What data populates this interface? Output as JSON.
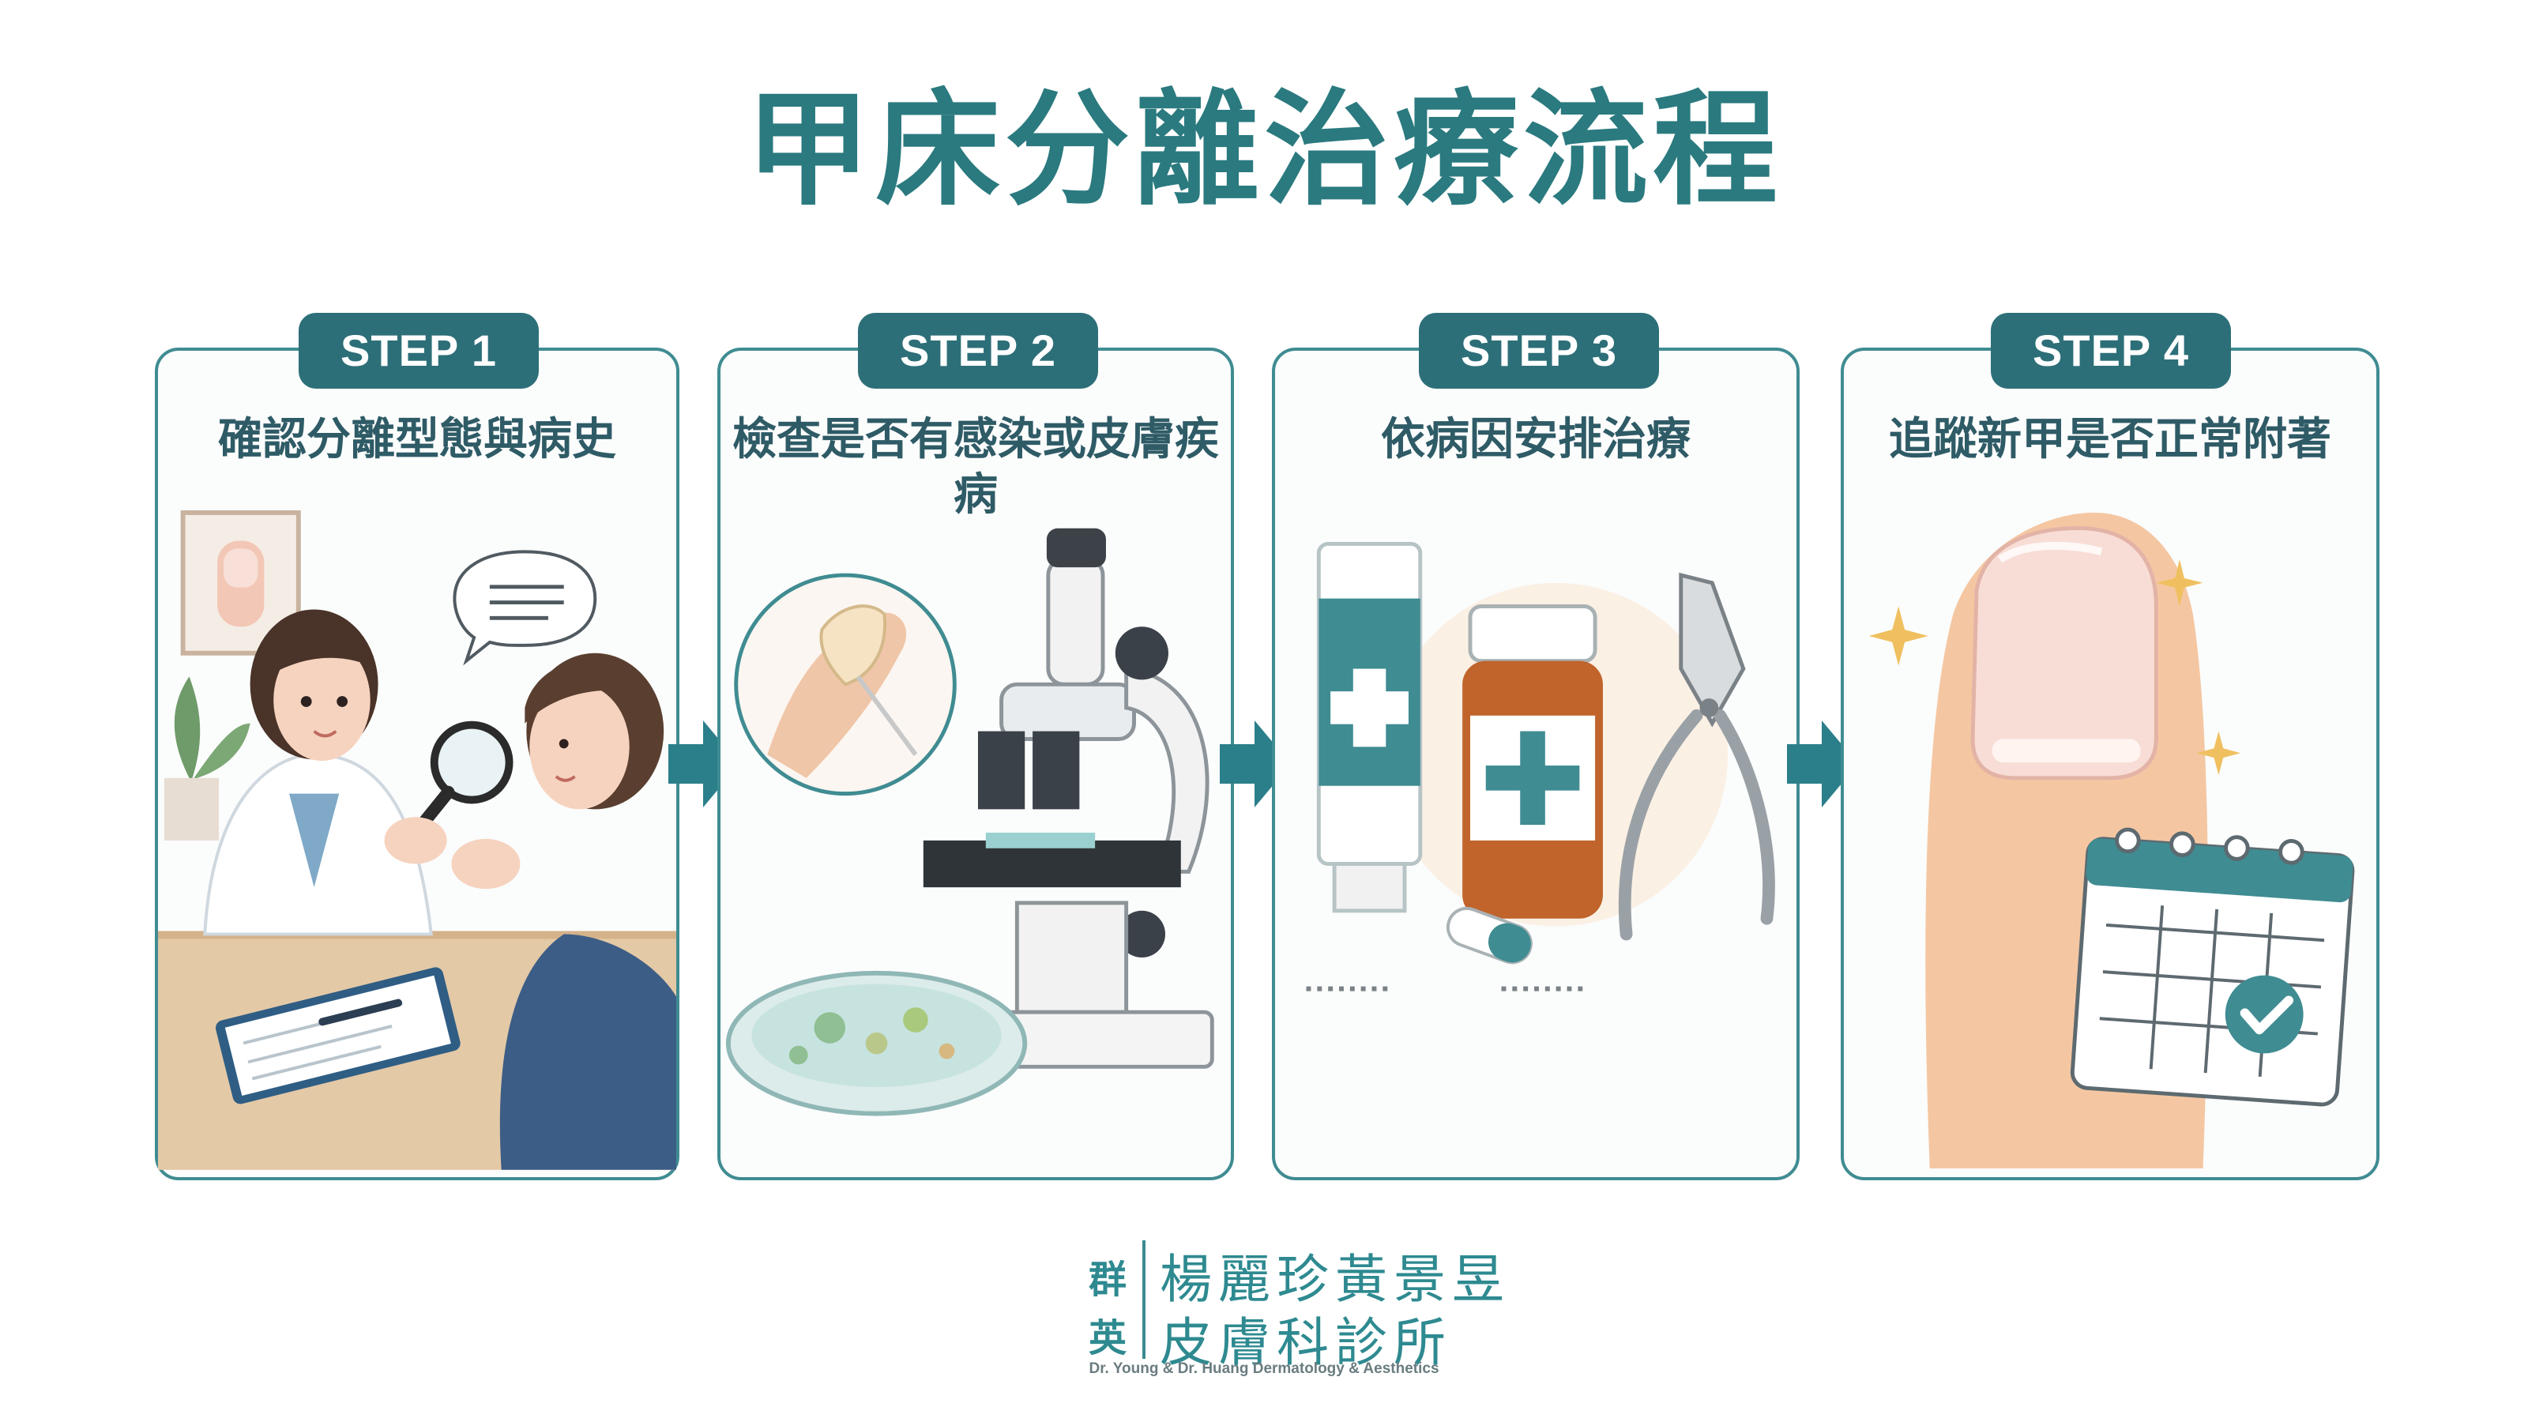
{
  "title": "甲床分離治療流程",
  "steps": [
    {
      "badge": "STEP 1",
      "desc": "確認分離型態與病史"
    },
    {
      "badge": "STEP 2",
      "desc": "檢查是否有感染或皮膚疾病"
    },
    {
      "badge": "STEP 3",
      "desc": "依病因安排治療"
    },
    {
      "badge": "STEP 4",
      "desc": "追蹤新甲是否正常附著"
    }
  ],
  "footer": {
    "brand_top": "群",
    "brand_bottom": "英",
    "clinic_line1": "楊麗珍黃景昱",
    "clinic_line2": "皮膚科診所",
    "subtitle": "Dr. Young & Dr. Huang Dermatology & Aesthetics"
  },
  "colors": {
    "title": "#2a7a7f",
    "badge": "#2d6f78",
    "border": "#3f8c92",
    "arrow": "#2b7f8a"
  }
}
